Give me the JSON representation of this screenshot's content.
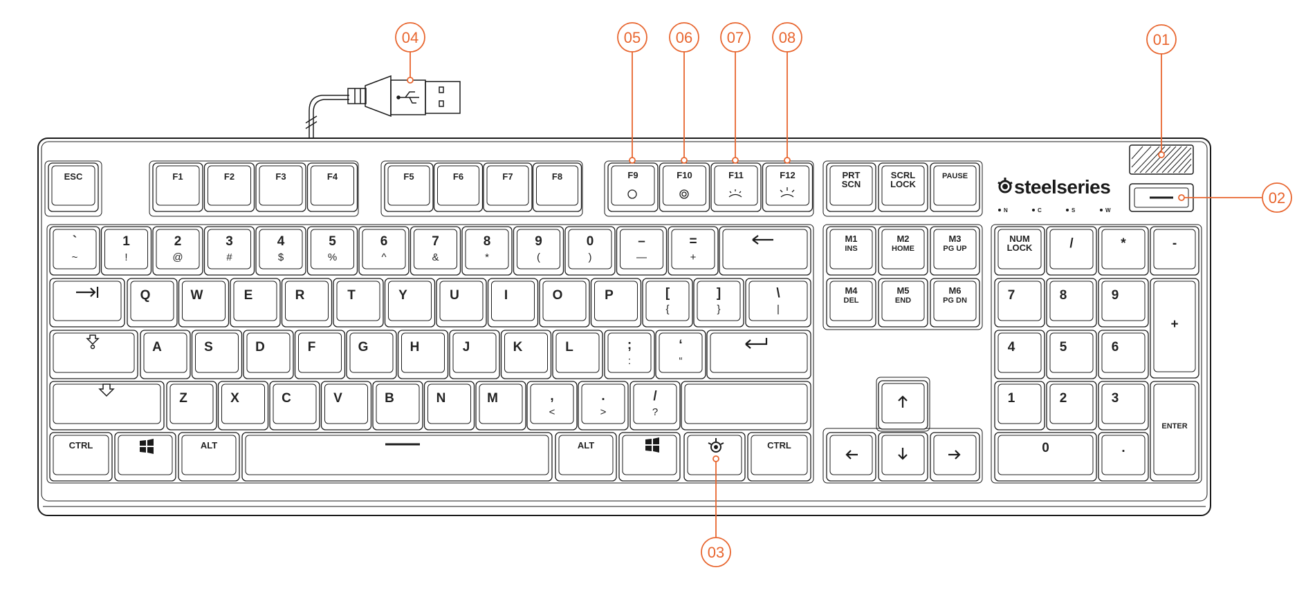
{
  "colors": {
    "accent": "#e8652e",
    "line": "#1a1a1a"
  },
  "brand": {
    "name": "steelseries",
    "icon": "steelseries-gear-icon"
  },
  "indicators": [
    "N",
    "C",
    "S",
    "W"
  ],
  "callouts": [
    {
      "id": "01",
      "label": "01"
    },
    {
      "id": "02",
      "label": "02"
    },
    {
      "id": "03",
      "label": "03"
    },
    {
      "id": "04",
      "label": "04"
    },
    {
      "id": "05",
      "label": "05"
    },
    {
      "id": "06",
      "label": "06"
    },
    {
      "id": "07",
      "label": "07"
    },
    {
      "id": "08",
      "label": "08"
    }
  ],
  "keys": {
    "esc": "ESC",
    "f1": "F1",
    "f2": "F2",
    "f3": "F3",
    "f4": "F4",
    "f5": "F5",
    "f6": "F6",
    "f7": "F7",
    "f8": "F8",
    "f9": "F9",
    "f10": "F10",
    "f11": "F11",
    "f12": "F12",
    "prt_top": "PRT",
    "prt_bottom": "SCN",
    "scrl_top": "SCRL",
    "scrl_bottom": "LOCK",
    "pause": "PAUSE",
    "num_row": [
      {
        "top": "`",
        "bottom": "~"
      },
      {
        "top": "1",
        "bottom": "!"
      },
      {
        "top": "2",
        "bottom": "@"
      },
      {
        "top": "3",
        "bottom": "#"
      },
      {
        "top": "4",
        "bottom": "$"
      },
      {
        "top": "5",
        "bottom": "%"
      },
      {
        "top": "6",
        "bottom": "^"
      },
      {
        "top": "7",
        "bottom": "&"
      },
      {
        "top": "8",
        "bottom": "*"
      },
      {
        "top": "9",
        "bottom": "("
      },
      {
        "top": "0",
        "bottom": ")"
      },
      {
        "top": "–",
        "bottom": "—"
      },
      {
        "top": "=",
        "bottom": "+"
      }
    ],
    "q_row": [
      "Q",
      "W",
      "E",
      "R",
      "T",
      "Y",
      "U",
      "I",
      "O",
      "P"
    ],
    "bracket_open": {
      "top": "[",
      "bottom": "{"
    },
    "bracket_close": {
      "top": "]",
      "bottom": "}"
    },
    "backslash": {
      "top": "\\",
      "bottom": "|"
    },
    "a_row": [
      "A",
      "S",
      "D",
      "F",
      "G",
      "H",
      "J",
      "K",
      "L"
    ],
    "semicolon": {
      "top": ";",
      "bottom": ":"
    },
    "quote": {
      "top": "‘",
      "bottom": "“"
    },
    "z_row": [
      "Z",
      "X",
      "C",
      "V",
      "B",
      "N",
      "M"
    ],
    "comma": {
      "top": ",",
      "bottom": "<"
    },
    "period": {
      "top": ".",
      "bottom": ">"
    },
    "slash": {
      "top": "/",
      "bottom": "?"
    },
    "ctrl": "CTRL",
    "alt": "ALT",
    "m1": "M1",
    "m1_sub": "INS",
    "m2": "M2",
    "m2_sub": "HOME",
    "m3": "M3",
    "m3_sub": "PG UP",
    "m4": "M4",
    "m4_sub": "DEL",
    "m5": "M5",
    "m5_sub": "END",
    "m6": "M6",
    "m6_sub": "PG DN",
    "num_lock_top": "NUM",
    "num_lock_bottom": "LOCK",
    "np_slash": "/",
    "np_star": "*",
    "np_minus": "-",
    "np_plus": "+",
    "np_enter": "ENTER",
    "np7": "7",
    "np8": "8",
    "np9": "9",
    "np4": "4",
    "np5": "5",
    "np6": "6",
    "np1": "1",
    "np2": "2",
    "np3": "3",
    "np0": "0",
    "np_dot": "."
  }
}
